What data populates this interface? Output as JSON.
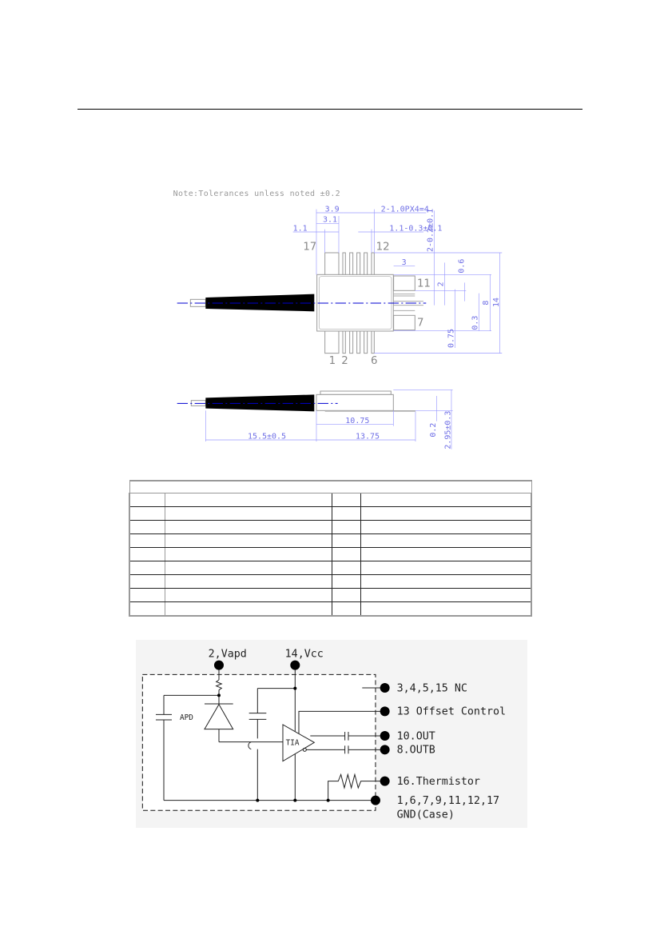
{
  "drawing": {
    "note": "Note:Tolerances unless noted ±0.2",
    "top_view": {
      "dims": {
        "d39": "3.9",
        "d31": "3.1",
        "d11": "1.1",
        "pitch": "2-1.0PX4=4",
        "pin_w": "1.1-0.3±0.1",
        "pin_t": "2-0.2±0.1",
        "d3": "3",
        "d06": "0.6",
        "d2": "2",
        "d8": "8",
        "d14": "14",
        "d03": "0.3",
        "d075": "0.75"
      },
      "pins": {
        "p17": "17",
        "p12": "12",
        "p11": "11",
        "p7": "7",
        "p1": "1",
        "p2": "2",
        "p6": "6"
      }
    },
    "side_view": {
      "dims": {
        "d1075": "10.75",
        "d1375": "13.75",
        "fiber": "15.5±0.5",
        "d02": "0.2",
        "d295": "2.95±0.3"
      }
    }
  },
  "circuit": {
    "vapd": "2,Vapd",
    "vcc": "14,Vcc",
    "apd": "APD",
    "tia": "TIA",
    "nc": "3,4,5,15 NC",
    "offset": "13 Offset Control",
    "out": "10.OUT",
    "outb": "8.OUTB",
    "thermistor": "16.Thermistor",
    "gnd_pins": "1,6,7,9,11,12,17",
    "gnd": "GND(Case)"
  }
}
